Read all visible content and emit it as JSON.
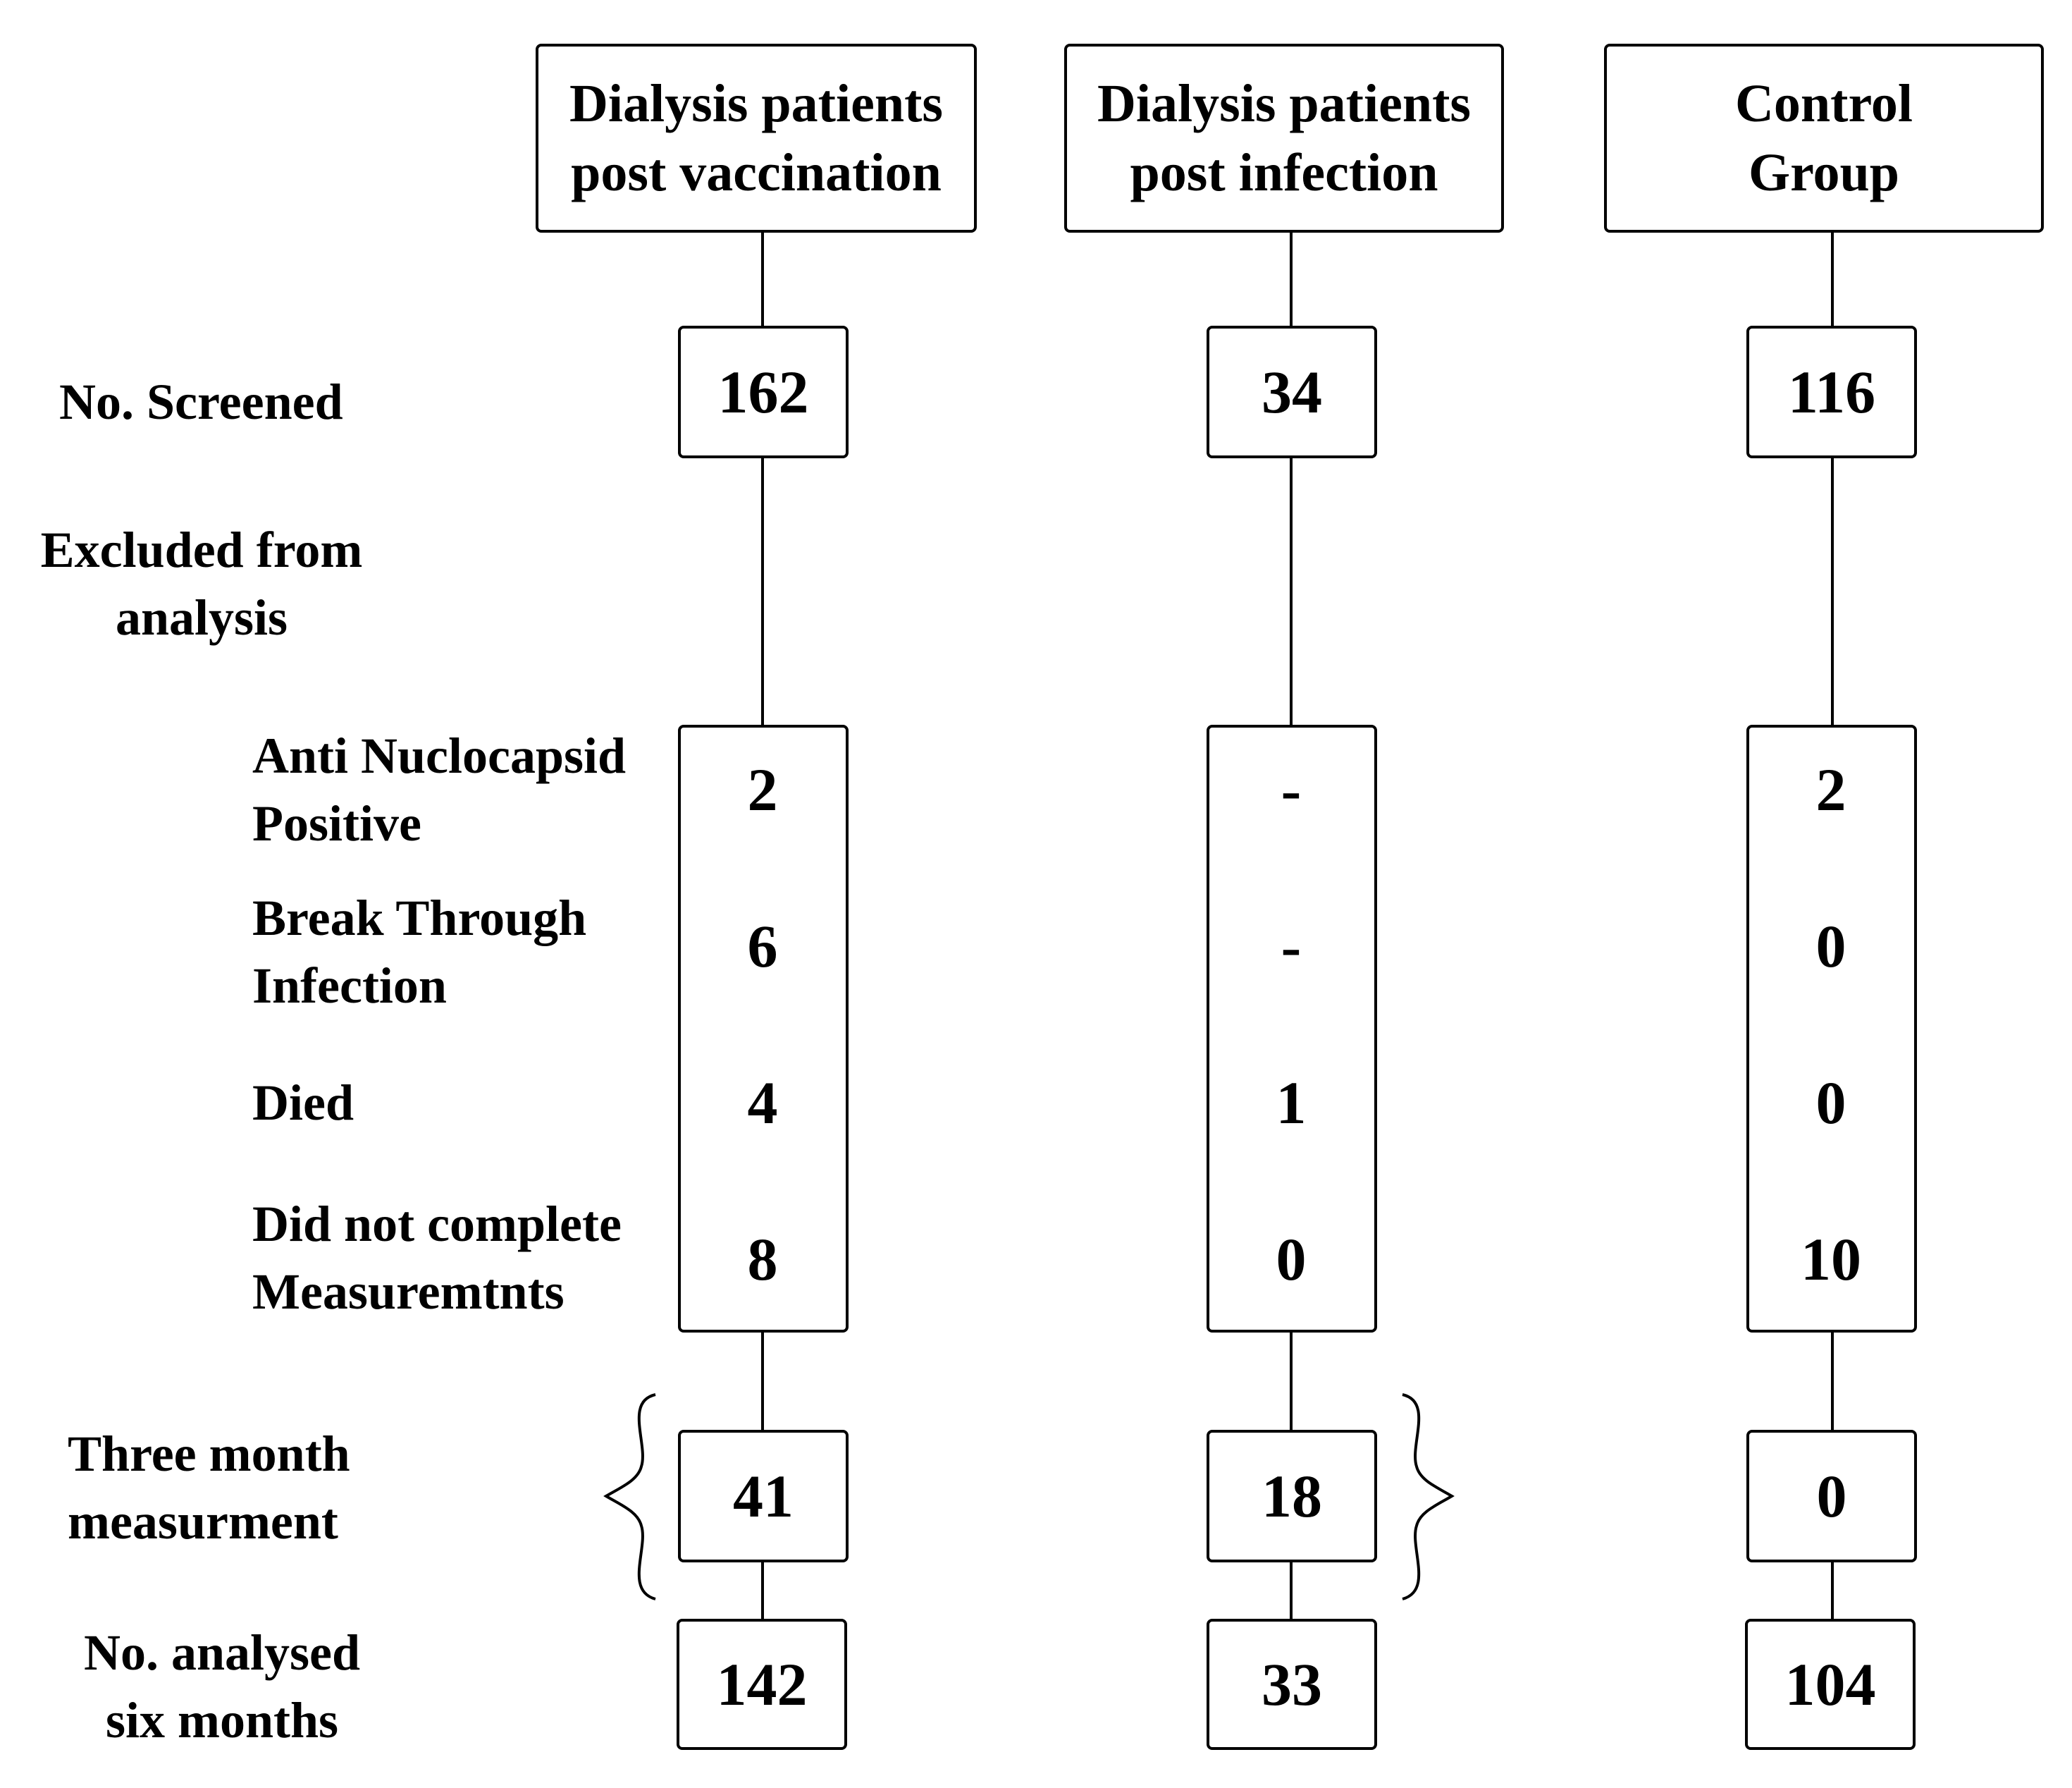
{
  "groups": [
    {
      "line1": "Dialysis patients",
      "line2": "post vaccination"
    },
    {
      "line1": "Dialysis patients",
      "line2": "post infection"
    },
    {
      "line1": "Control",
      "line2": "Group"
    }
  ],
  "row_labels": {
    "screened": "No. Screened",
    "excluded_1": "Excluded from",
    "excluded_2": "analysis",
    "anti_n_1": "Anti Nuclocapsid",
    "anti_n_2": "Positive",
    "breakthrough_1": "Break Through",
    "breakthrough_2": "Infection",
    "died": "Died",
    "incomplete_1": "Did not complete",
    "incomplete_2": "Measuremtnts",
    "three_month_1": "Three month",
    "three_month_2": "measurment",
    "analysed_1": "No. analysed",
    "analysed_2": "six months"
  },
  "values": {
    "screened": [
      "162",
      "34",
      "116"
    ],
    "anti_n": [
      "2",
      "-",
      "2"
    ],
    "breakthrough": [
      "6",
      "-",
      "0"
    ],
    "died": [
      "4",
      "1",
      "0"
    ],
    "incomplete": [
      "8",
      "0",
      "10"
    ],
    "three_month": [
      "41",
      "18",
      "0"
    ],
    "analysed": [
      "142",
      "33",
      "104"
    ]
  }
}
